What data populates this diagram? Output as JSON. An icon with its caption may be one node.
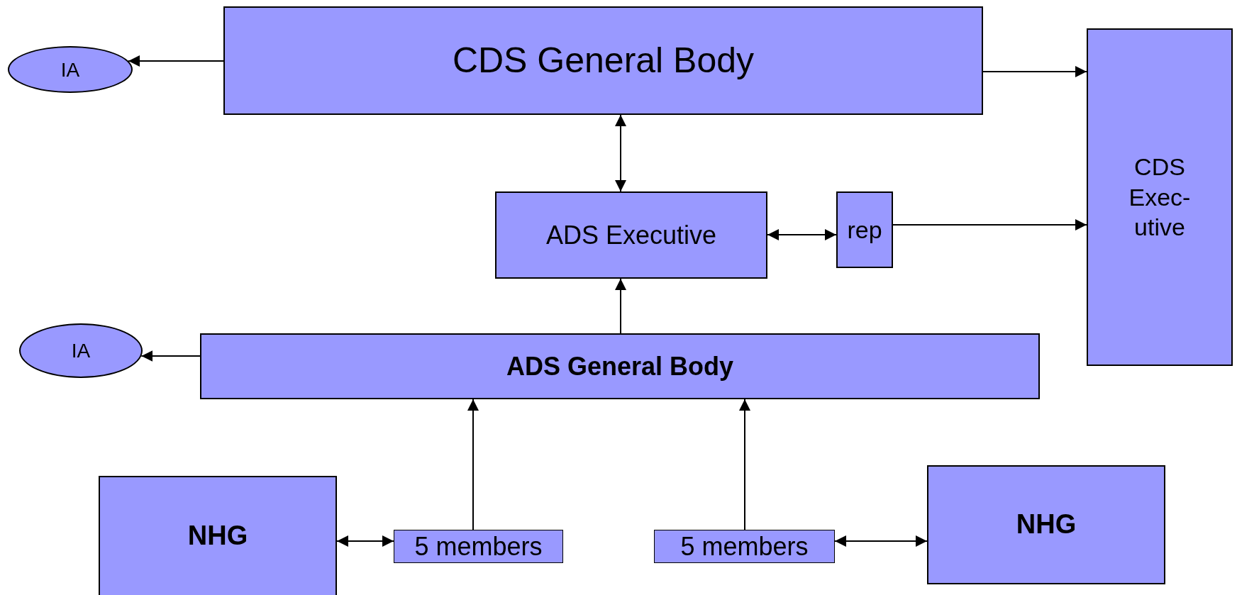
{
  "diagram": {
    "nodes": [
      {
        "text": [
          "CDS General Body"
        ]
      },
      {
        "text": [
          "IA"
        ]
      },
      {
        "text": [
          "CDS Exec-utive"
        ]
      },
      {
        "text": [
          "ADS Executive"
        ]
      },
      {
        "text": [
          "rep"
        ]
      },
      {
        "text": [
          "IA"
        ]
      },
      {
        "text": [
          "ADS General Body"
        ]
      },
      {
        "text": [
          "NHG"
        ]
      },
      {
        "text": [
          "5 members"
        ]
      },
      {
        "text": [
          "5 members"
        ]
      },
      {
        "text": [
          "NHG"
        ]
      }
    ],
    "edges": [
      {
        "from": 0,
        "to": 1,
        "arrow": "to"
      },
      {
        "from": 0,
        "to": 2,
        "arrow": "to"
      },
      {
        "from": 0,
        "to": 3,
        "arrow": "both"
      },
      {
        "from": 3,
        "to": 4,
        "arrow": "both"
      },
      {
        "from": 4,
        "to": 2,
        "arrow": "to"
      },
      {
        "from": 6,
        "to": 3,
        "arrow": "to"
      },
      {
        "from": 6,
        "to": 5,
        "arrow": "to"
      },
      {
        "from": 8,
        "to": 6,
        "arrow": "to"
      },
      {
        "from": 9,
        "to": 6,
        "arrow": "to"
      },
      {
        "from": 7,
        "to": 8,
        "arrow": "both"
      },
      {
        "from": 9,
        "to": 10,
        "arrow": "both"
      }
    ]
  }
}
